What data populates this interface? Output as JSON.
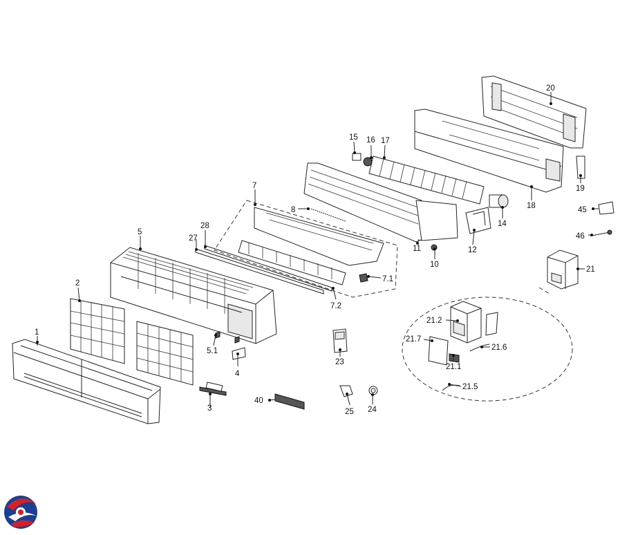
{
  "callouts": {
    "c1": "1",
    "c2": "2",
    "c3": "3",
    "c4": "4",
    "c5": "5",
    "c51": "5.1",
    "c7": "7",
    "c71": "7.1",
    "c72": "7.2",
    "c8": "8",
    "c10": "10",
    "c11": "11",
    "c12": "12",
    "c14": "14",
    "c15": "15",
    "c16": "16",
    "c17": "17",
    "c18": "18",
    "c19": "19",
    "c20": "20",
    "c21": "21",
    "c211": "21.1",
    "c212": "21.2",
    "c215": "21.5",
    "c216": "21.6",
    "c217": "21.7",
    "c23": "23",
    "c24": "24",
    "c25": "25",
    "c27": "27",
    "c28": "28",
    "c40": "40",
    "c45": "45",
    "c46": "46"
  },
  "logo": {
    "name": "brand-logo",
    "colors": [
      "#d62027",
      "#1d3f93"
    ]
  }
}
